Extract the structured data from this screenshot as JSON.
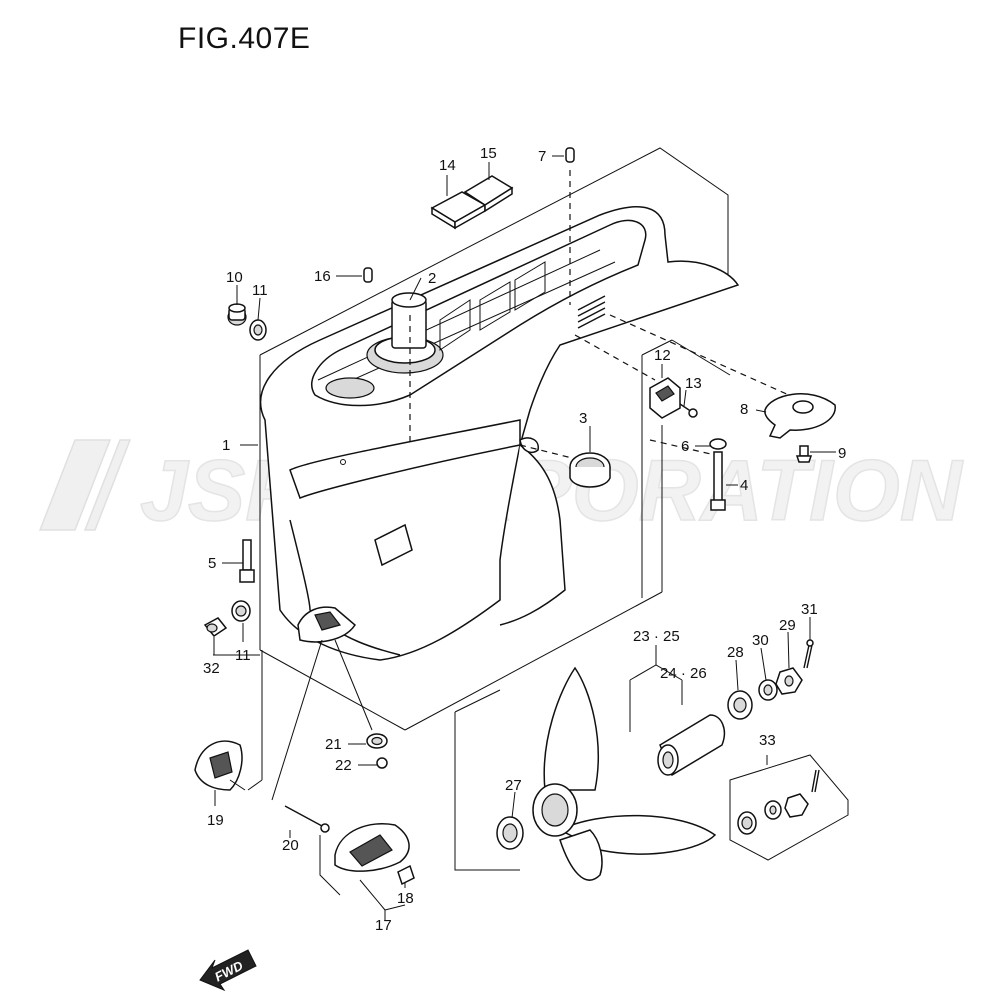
{
  "figure": {
    "title": "FIG.407E"
  },
  "watermark": {
    "text": "JSP CORPORATION"
  },
  "direction_tag": {
    "text": "FWD"
  },
  "callouts": [
    {
      "id": "c1",
      "label": "1"
    },
    {
      "id": "c2",
      "label": "2"
    },
    {
      "id": "c3",
      "label": "3"
    },
    {
      "id": "c4",
      "label": "4"
    },
    {
      "id": "c5",
      "label": "5"
    },
    {
      "id": "c6",
      "label": "6"
    },
    {
      "id": "c7",
      "label": "7"
    },
    {
      "id": "c8",
      "label": "8"
    },
    {
      "id": "c9",
      "label": "9"
    },
    {
      "id": "c10",
      "label": "10"
    },
    {
      "id": "c11a",
      "label": "11"
    },
    {
      "id": "c11b",
      "label": "11"
    },
    {
      "id": "c12",
      "label": "12"
    },
    {
      "id": "c13",
      "label": "13"
    },
    {
      "id": "c14",
      "label": "14"
    },
    {
      "id": "c15",
      "label": "15"
    },
    {
      "id": "c16",
      "label": "16"
    },
    {
      "id": "c17",
      "label": "17"
    },
    {
      "id": "c18",
      "label": "18"
    },
    {
      "id": "c19",
      "label": "19"
    },
    {
      "id": "c20",
      "label": "20"
    },
    {
      "id": "c21",
      "label": "21"
    },
    {
      "id": "c22",
      "label": "22"
    },
    {
      "id": "c23",
      "label": "23 · 25"
    },
    {
      "id": "c24",
      "label": "24 · 26"
    },
    {
      "id": "c27",
      "label": "27"
    },
    {
      "id": "c28",
      "label": "28"
    },
    {
      "id": "c29",
      "label": "29"
    },
    {
      "id": "c30",
      "label": "30"
    },
    {
      "id": "c31",
      "label": "31"
    },
    {
      "id": "c32",
      "label": "32"
    },
    {
      "id": "c33",
      "label": "33"
    }
  ]
}
